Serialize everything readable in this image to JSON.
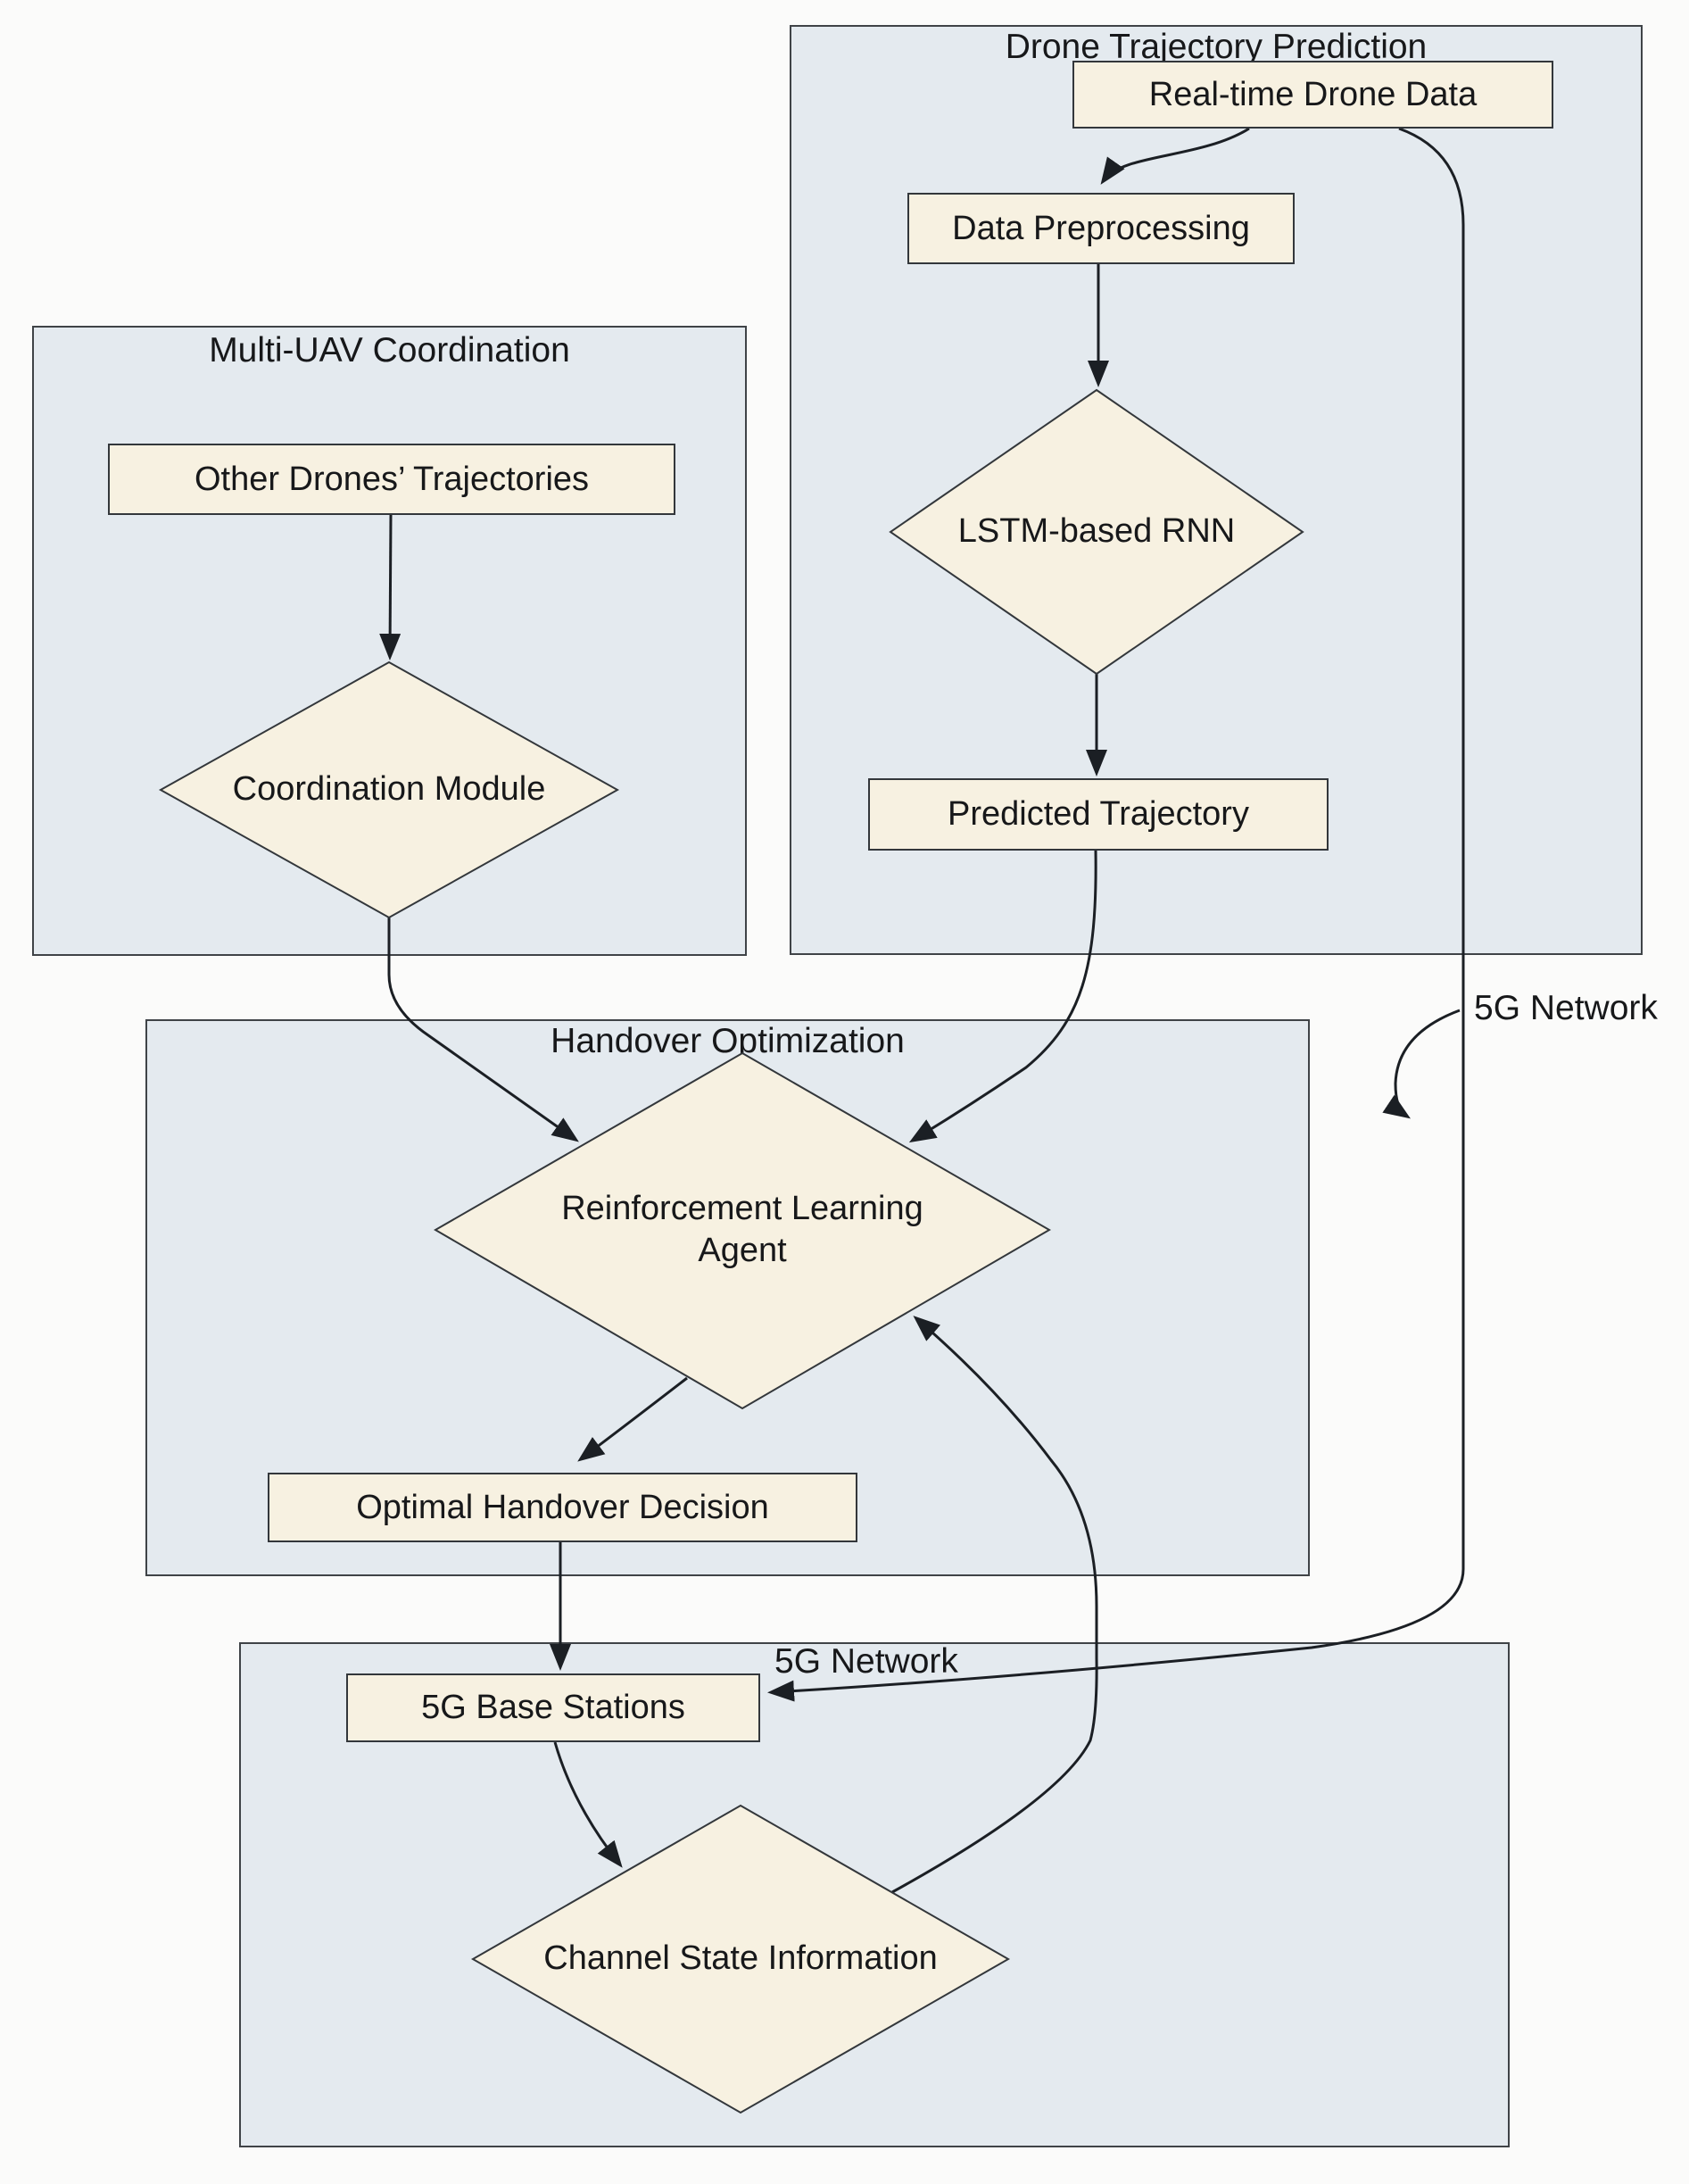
{
  "diagram": {
    "containers": {
      "multi_uav": {
        "title": "Multi-UAV Coordination"
      },
      "trajectory": {
        "title": "Drone Trajectory Prediction"
      },
      "handover": {
        "title": "Handover Optimization"
      }
    },
    "nodes": {
      "other_drones": {
        "label": "Other Drones’ Trajectories",
        "shape": "rect"
      },
      "realtime_data": {
        "label": "Real-time Drone Data",
        "shape": "rect"
      },
      "data_preprocessing": {
        "label": "Data Preprocessing",
        "shape": "rect"
      },
      "lstm_rnn": {
        "label": "LSTM-based RNN",
        "shape": "diamond"
      },
      "predicted_trajectory": {
        "label": "Predicted Trajectory",
        "shape": "rect"
      },
      "coordination_module": {
        "label": "Coordination Module",
        "shape": "diamond"
      },
      "rl_agent": {
        "label": "Reinforcement Learning Agent",
        "shape": "diamond"
      },
      "optimal_handover": {
        "label": "Optimal Handover Decision",
        "shape": "rect"
      },
      "base_stations": {
        "label": "5G Base Stations",
        "shape": "rect"
      },
      "csi": {
        "label": "Channel State Information",
        "shape": "diamond"
      }
    },
    "edge_labels": {
      "network_right": {
        "text": "5G Network"
      },
      "network_to_bs": {
        "text": "5G Network"
      }
    },
    "colors": {
      "container-fill": "#e4eaef",
      "container-border": "#3f4347",
      "node-fill": "#f7f1e1",
      "node-border": "#33373b",
      "edge": "#1b1f24",
      "text": "#17181a",
      "page-bg": "#fbfbfa"
    }
  }
}
